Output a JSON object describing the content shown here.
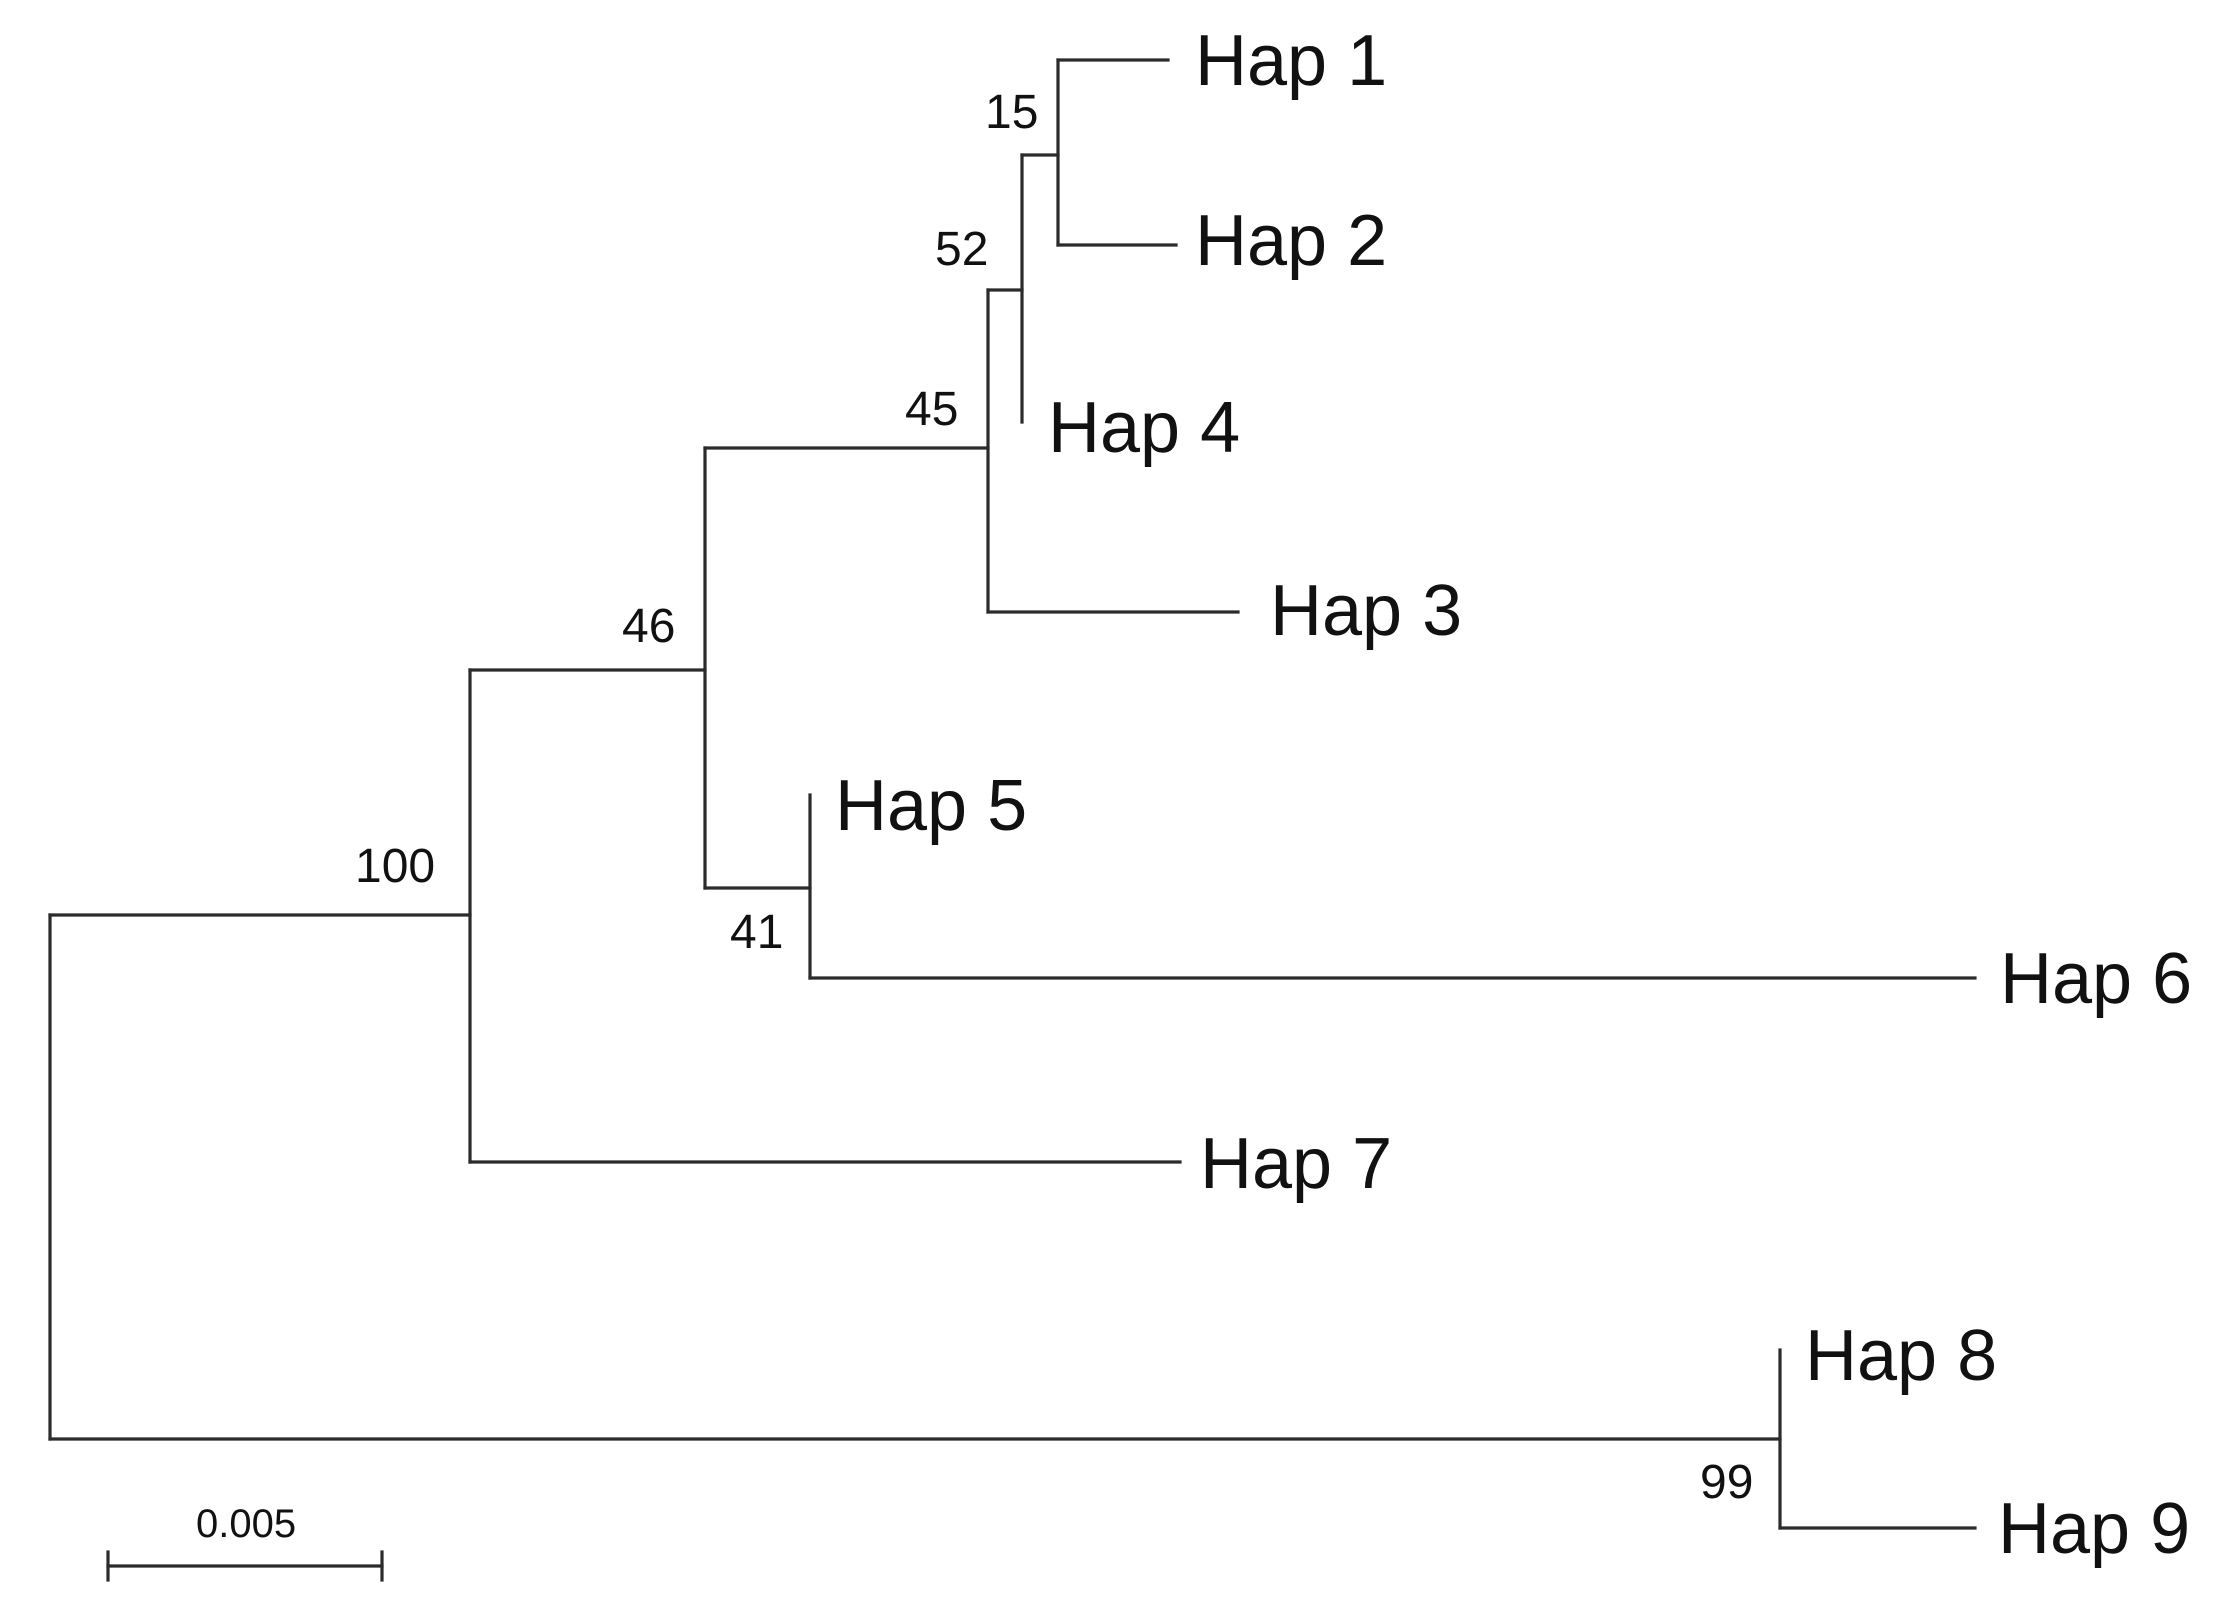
{
  "tree": {
    "tips": [
      {
        "id": "hap1",
        "label": "Hap 1"
      },
      {
        "id": "hap2",
        "label": "Hap 2"
      },
      {
        "id": "hap4",
        "label": "Hap 4"
      },
      {
        "id": "hap3",
        "label": "Hap 3"
      },
      {
        "id": "hap5",
        "label": "Hap 5"
      },
      {
        "id": "hap6",
        "label": "Hap 6"
      },
      {
        "id": "hap7",
        "label": "Hap 7"
      },
      {
        "id": "hap8",
        "label": "Hap 8"
      },
      {
        "id": "hap9",
        "label": "Hap 9"
      }
    ],
    "support": [
      {
        "node": "hap1-hap2",
        "value": "15"
      },
      {
        "node": "hap1-hap2-hap4",
        "value": "52"
      },
      {
        "node": "hap1-hap2-hap4-hap3",
        "value": "45"
      },
      {
        "node": "hap1-to-hap6",
        "value": "46"
      },
      {
        "node": "hap5-hap6",
        "value": "41"
      },
      {
        "node": "hap1-to-hap7",
        "value": "100"
      },
      {
        "node": "hap8-hap9",
        "value": "99"
      }
    ]
  },
  "scale_bar": {
    "label": "0.005"
  }
}
